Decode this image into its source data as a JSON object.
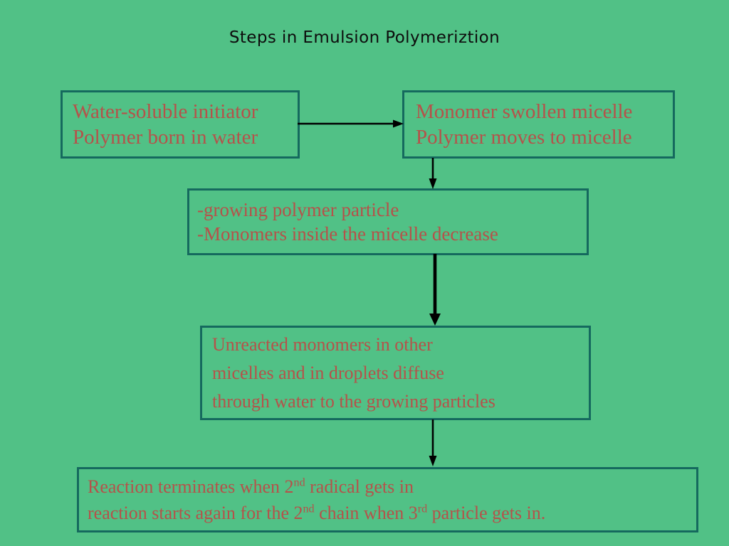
{
  "slide": {
    "title": "Steps in Emulsion Polymeriztion",
    "background_color": "#51c186",
    "box_border_color": "#15695e",
    "box_text_color": "#b5524a",
    "title_color": "#0d0d0d",
    "arrow_color": "#000000"
  },
  "boxes": {
    "initiator": {
      "name": "water-soluble-initiator",
      "line1": "Water-soluble initiator",
      "line2": "Polymer born in water"
    },
    "micelle": {
      "name": "monomer-swollen-micelle",
      "line1": "Monomer swollen micelle",
      "line2": "Polymer moves to micelle"
    },
    "growing": {
      "name": "growing-polymer-particle",
      "line1": "-growing polymer particle",
      "line2": "-Monomers inside the micelle decrease"
    },
    "diffuse": {
      "name": "unreacted-monomers-diffuse",
      "line1": "Unreacted monomers in other",
      "line2": "micelles and in droplets diffuse",
      "line3": "through water to the growing particles"
    },
    "terminate": {
      "name": "reaction-terminates",
      "line1_a": "Reaction terminates when 2",
      "line1_sup": "nd",
      "line1_b": " radical gets in",
      "line2_a": "reaction starts again for the 2",
      "line2_sup1": "nd",
      "line2_b": " chain when 3",
      "line2_sup2": "rd",
      "line2_c": " particle gets in."
    }
  },
  "arrows": [
    {
      "name": "arrow-initiator-to-micelle",
      "direction": "right",
      "thickness": "thin"
    },
    {
      "name": "arrow-micelle-to-growing",
      "direction": "down",
      "thickness": "thin"
    },
    {
      "name": "arrow-growing-to-diffuse",
      "direction": "down",
      "thickness": "thick"
    },
    {
      "name": "arrow-diffuse-to-terminate",
      "direction": "down",
      "thickness": "thin"
    }
  ]
}
